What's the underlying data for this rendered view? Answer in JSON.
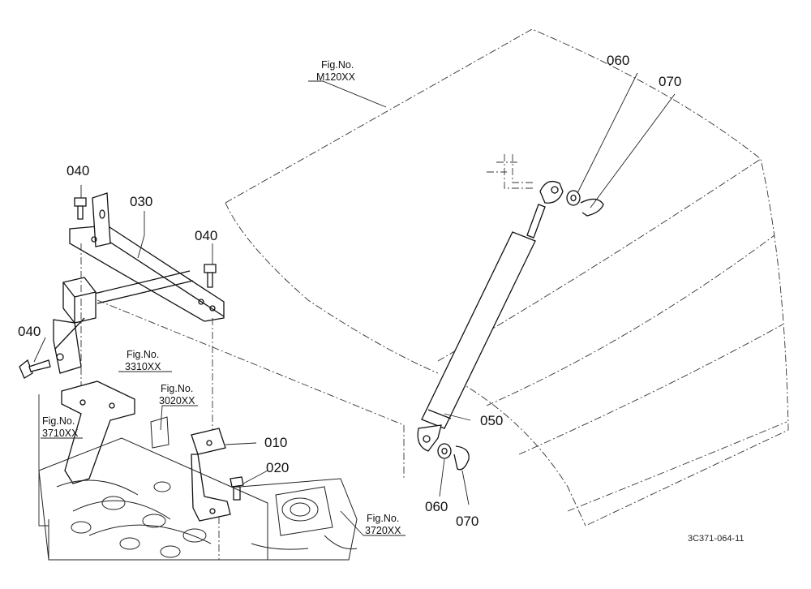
{
  "callouts": {
    "c010": "010",
    "c020": "020",
    "c030": "030",
    "c040a": "040",
    "c040b": "040",
    "c040c": "040",
    "c050": "050",
    "c060a": "060",
    "c060b": "060",
    "c070a": "070",
    "c070b": "070"
  },
  "figure_refs": {
    "m120": {
      "line1": "Fig.No.",
      "line2": "M120XX"
    },
    "f3310": {
      "line1": "Fig.No.",
      "line2": "3310XX"
    },
    "f3020": {
      "line1": "Fig.No.",
      "line2": "3020XX"
    },
    "f3710": {
      "line1": "Fig.No.",
      "line2": "3710XX"
    },
    "f3720": {
      "line1": "Fig.No.",
      "line2": "3720XX"
    }
  },
  "diagram_code": "3C371-064-11"
}
